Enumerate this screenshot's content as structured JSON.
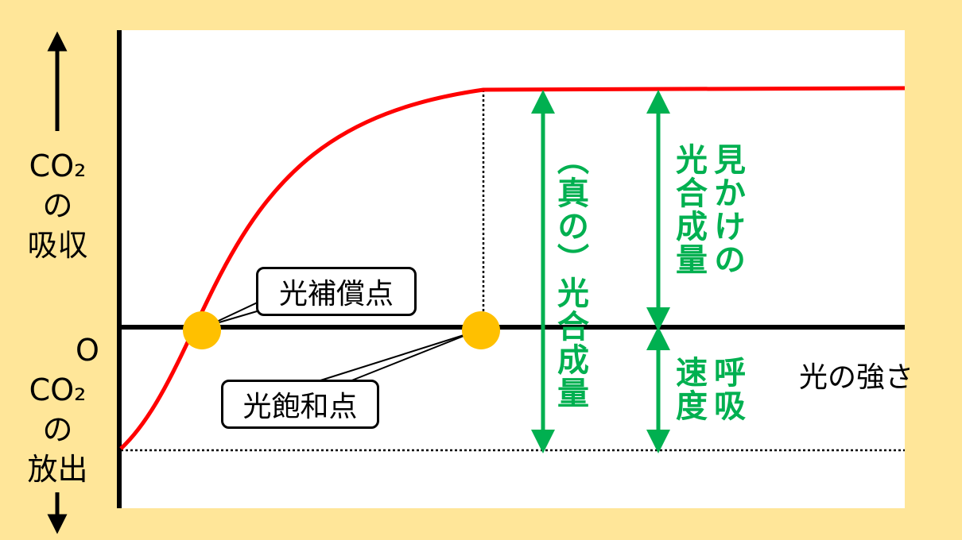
{
  "y_axis": {
    "top_label": [
      "CO₂",
      "の",
      "吸収"
    ],
    "origin_label": "O",
    "bottom_label": [
      "CO₂",
      "の",
      "放出"
    ]
  },
  "x_axis": {
    "label": "光の強さ"
  },
  "callouts": {
    "compensation_point": "光補償点",
    "saturation_point": "光飽和点"
  },
  "annotations": {
    "true_photosynthesis": "（真の）光合成量",
    "apparent_line1": "見かけの",
    "apparent_line2": "光合成量",
    "respiration_line1": "呼吸",
    "respiration_line2": "速度"
  },
  "colors": {
    "curve": "#FF0000",
    "arrows": "#00B050",
    "points": "#FFC000",
    "background": "#FFE699"
  }
}
